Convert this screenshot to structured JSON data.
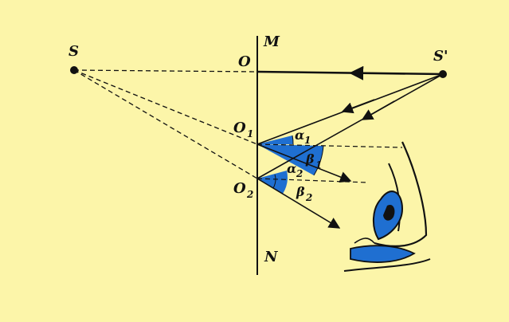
{
  "diagram": {
    "points": {
      "S": "S",
      "S_prime": "S'",
      "O": "O",
      "M": "M",
      "N": "N",
      "O1": "O",
      "O1_sub": "1",
      "O2": "O",
      "O2_sub": "2"
    },
    "angles": {
      "alpha1": "α",
      "alpha1_sub": "1",
      "beta1": "β",
      "beta1_sub": "1",
      "alpha2": "α",
      "alpha2_sub": "2",
      "beta2": "β",
      "beta2_sub": "2"
    },
    "colors": {
      "background": "#fcf5a9",
      "angle_fill": "#1f6fd1",
      "eye_iris": "#1f6fd1",
      "line": "#111111"
    }
  }
}
